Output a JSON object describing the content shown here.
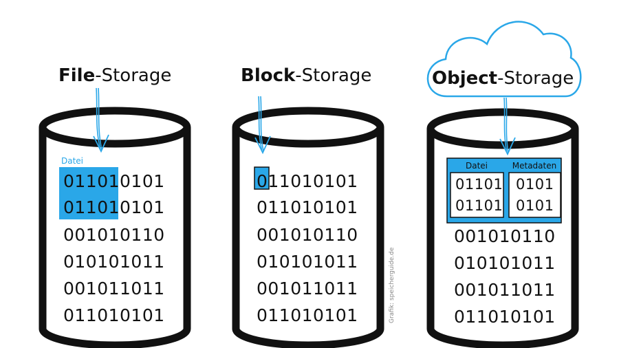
{
  "colors": {
    "accent": "#2aa7e8",
    "stroke": "#111111"
  },
  "file_storage": {
    "title_bold": "File",
    "title_rest": "-Storage",
    "label": "Datei",
    "rows": [
      "011010101",
      "011010101",
      "001010110",
      "010101011",
      "001011011",
      "011010101"
    ],
    "highlight_prefix": "01101",
    "highlight_suffix": "0101"
  },
  "block_storage": {
    "title_bold": "Block",
    "title_rest": "-Storage",
    "first_char": "0",
    "first_rest": "11010101",
    "rows": [
      "011010101",
      "011010101",
      "001010110",
      "010101011",
      "001011011",
      "011010101"
    ]
  },
  "object_storage": {
    "title_bold": "Object",
    "title_rest": "-Storage",
    "datei_label": "Datei",
    "meta_label": "Metadaten",
    "datei_values": [
      "01101",
      "01101"
    ],
    "meta_values": [
      "0101",
      "0101"
    ],
    "rows": [
      "001010110",
      "010101011",
      "001011011",
      "011010101"
    ]
  },
  "credit": "Grafik: speicherguide.de"
}
